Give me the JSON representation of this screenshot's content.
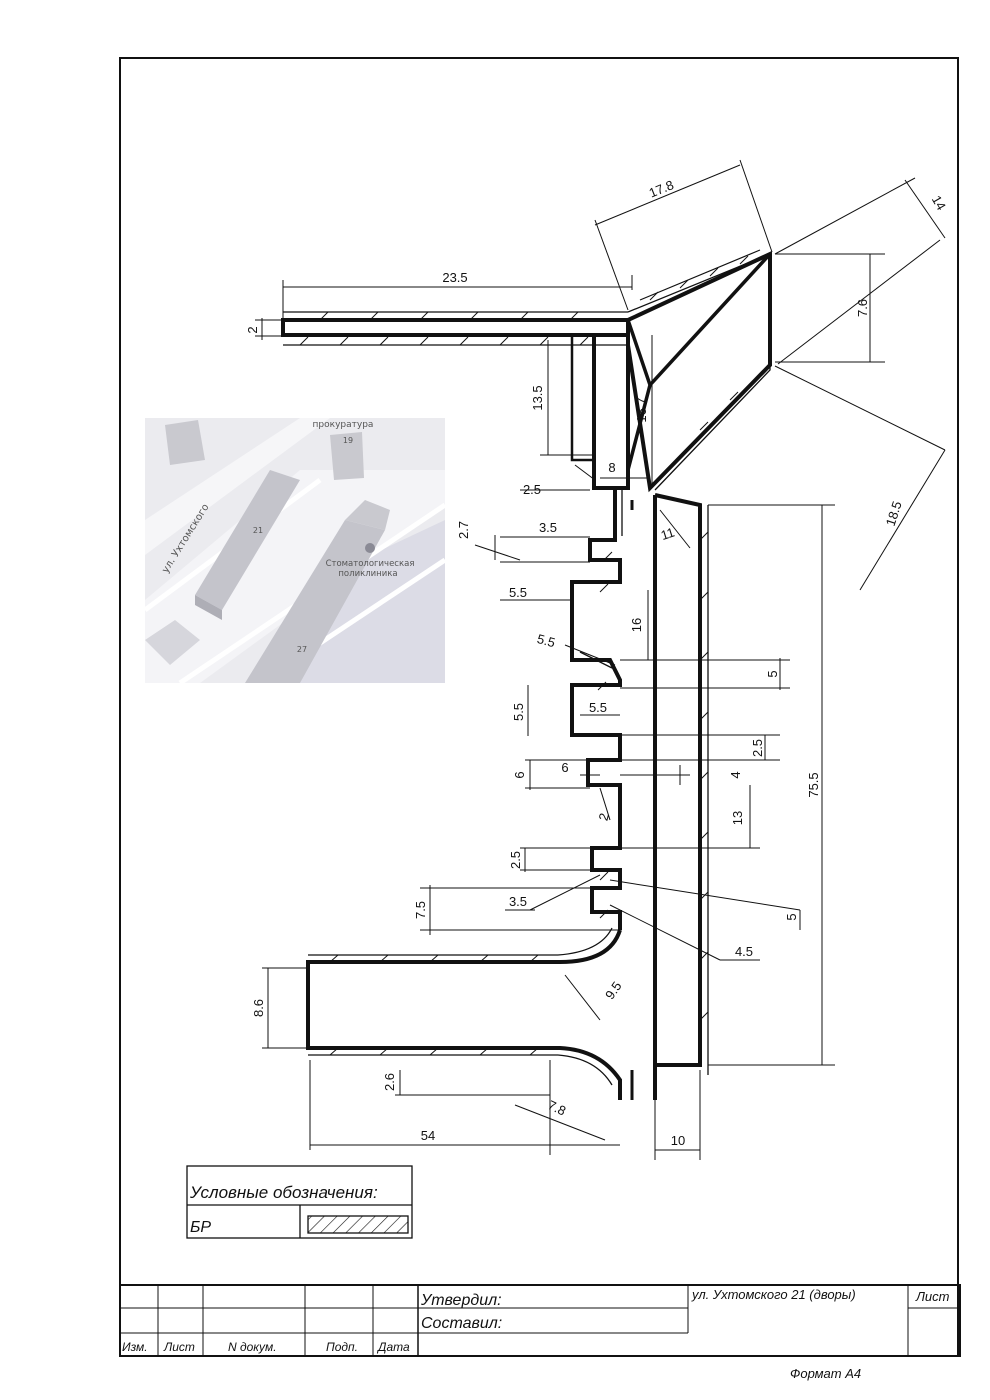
{
  "drawing": {
    "dimensions": {
      "d_23_5": "23.5",
      "d_2": "2",
      "d_17_8": "17.8",
      "d_14": "14",
      "d_7_6": "7.6",
      "d_13_5": "13.5",
      "d_16_7": "16.7",
      "d_8": "8",
      "d_2_5_top": "2.5",
      "d_18_5": "18.5",
      "d_2_7": "2.7",
      "d_3_5_top": "3.5",
      "d_11": "11",
      "d_5_5_a": "5.5",
      "d_16": "16",
      "d_5_5_b": "5.5",
      "d_5": "5",
      "d_5_5_c": "5.5",
      "d_5_5_d": "5.5",
      "d_2_5_mid": "2.5",
      "d_6_a": "6",
      "d_6_b": "6",
      "d_4": "4",
      "d_75_5": "75.5",
      "d_2_small": "2",
      "d_13": "13",
      "d_2_5_low": "2.5",
      "d_3_5_low": "3.5",
      "d_5_low": "5",
      "d_7_5": "7.5",
      "d_4_5": "4.5",
      "d_9_5": "9.5",
      "d_8_6": "8.6",
      "d_2_6": "2.6",
      "d_7_8": "7.8",
      "d_54": "54",
      "d_10": "10"
    }
  },
  "map": {
    "street": "ул. Ухтомского",
    "b19": "19",
    "b21": "21",
    "b27": "27",
    "prosecutor": "прокуратура",
    "clinic_line1": "Стоматологическая",
    "clinic_line2": "поликлиника"
  },
  "legend": {
    "title": "Условные обозначения:",
    "br": "БР"
  },
  "title_block": {
    "approved": "Утвердил:",
    "compiled": "Составил:",
    "address": "ул. Ухтомского 21 (дворы)",
    "sheet": "Лист",
    "col_izm": "Изм.",
    "col_list": "Лист",
    "col_ndoc": "N докум.",
    "col_podp": "Подп.",
    "col_date": "Дата"
  },
  "format_label": "Формат А4",
  "colors": {
    "ink": "#111111",
    "map_bg": "#ebebef",
    "map_building": "#c9c9cf",
    "map_park": "#dcdce6"
  }
}
